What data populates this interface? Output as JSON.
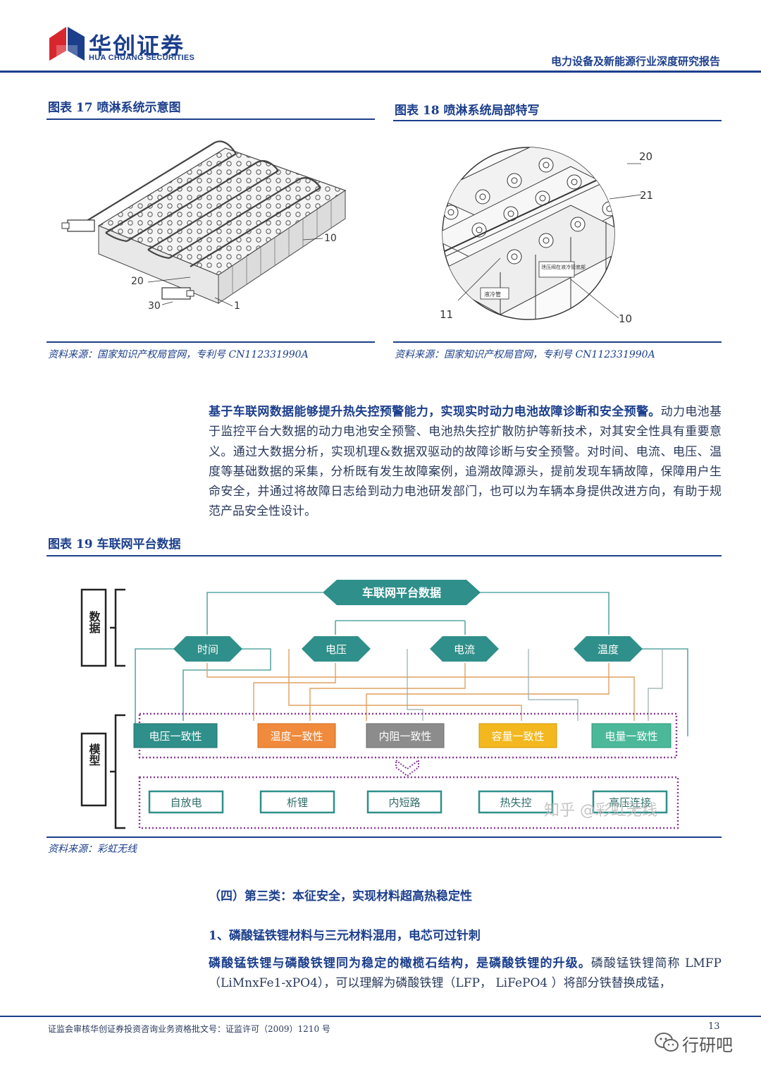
{
  "header": {
    "logo_cn": "华创证券",
    "logo_en": "HUA CHUANG SECURITIES",
    "report_title": "电力设备及新能源行业深度研究报告"
  },
  "figure17": {
    "caption": "图表 17   喷淋系统示意图",
    "labels": [
      "10",
      "20",
      "30",
      "1"
    ],
    "source": "资料来源：国家知识产权局官网，专利号 CN112331990A"
  },
  "figure18": {
    "caption": "图表 18   喷淋系统局部特写",
    "labels": [
      "20",
      "21",
      "11",
      "10"
    ],
    "tag_pipe": "液冷管",
    "tag_valve": "泄压阀在液冷管底部",
    "source": "资料来源：国家知识产权局官网，专利号 CN112331990A"
  },
  "paragraph1": {
    "bold": "基于车联网数据能够提升热失控预警能力，实现实时动力电池故障诊断和安全预警。",
    "text": "动力电池基于监控平台大数据的动力电池安全预警、电池热失控扩散防护等新技术，对其安全性具有重要意义。通过大数据分析，实现机理&数据双驱动的故障诊断与安全预警。对时间、电流、电压、温度等基础数据的采集，分析既有发生故障案例，追溯故障源头，提前发现车辆故障，保障用户生命安全，并通过将故障日志给到动力电池研发部门，也可以为车辆本身提供改进方向，有助于规范产品安全性设计。"
  },
  "figure19": {
    "caption": "图表 19   车联网平台数据",
    "root": "车联网平台数据",
    "side_data": "数据",
    "side_model": "模型",
    "data_nodes": [
      "时间",
      "电压",
      "电流",
      "温度"
    ],
    "model_nodes": [
      "电压一致性",
      "温度一致性",
      "内阻一致性",
      "容量一致性",
      "电量一致性"
    ],
    "fault_nodes": [
      "自放电",
      "析锂",
      "内短路",
      "热失控",
      "高压连接"
    ],
    "watermark": "知乎 @彩虹无线",
    "colors": {
      "teal": "#2f8f8a",
      "orange": "#f08a3c",
      "gray": "#8c8c8c",
      "yellow": "#f3b81f",
      "green": "#4bb89a"
    },
    "source": "资料来源：彩虹无线"
  },
  "section": {
    "heading": "（四）第三类：本征安全，实现材料超高热稳定性",
    "subheading": "1、磷酸锰铁锂材料与三元材料混用，电芯可过针刺"
  },
  "paragraph2": {
    "bold": "磷酸锰铁锂与磷酸铁锂同为稳定的橄榄石结构，是磷酸铁锂的升级。",
    "text": "磷酸锰铁锂简称 LMFP（LiMnxFe1-xPO4），可以理解为磷酸铁锂（LFP， LiFePO4 ）将部分铁替换成锰，"
  },
  "footer": {
    "text": "证监会审核华创证券投资咨询业务资格批文号：证监许可（2009）1210 号",
    "page": "13",
    "wechat_mark": "行研吧"
  }
}
